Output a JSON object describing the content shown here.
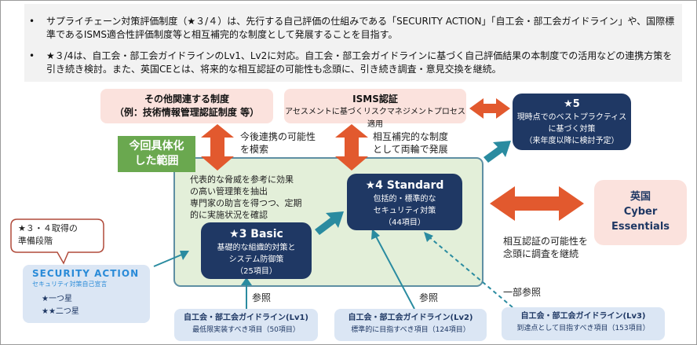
{
  "bullets": [
    "サプライチェーン対策評価制度（★３/４）は、先行する自己評価の仕組みである「SECURITY ACTION」「自工会・部工会ガイドライン」や、国際標準であるISMS適合性評価制度等と相互補完的な制度として発展することを目指す。",
    "★３/4は、自工会・部工会ガイドラインのLv1、Lv2に対応。自工会・部工会ガイドラインに基づく自己評価結果の本制度での活用などの連携方策を引き続き検討。また、英国CEとは、将来的な相互認証の可能性も念頭に、引き続き調査・意見交換を継続。"
  ],
  "bullet_mark": "•",
  "other_systems": {
    "line1": "その他関連する制度",
    "line2": "（例：技術情報管理認証制度 等）"
  },
  "isms": {
    "title": "ISMS認証",
    "subtitle": "アセスメントに基づくリスクマネジメントプロセス適用"
  },
  "star5": {
    "title": "★5",
    "line1": "現時点でのベストプラクティス",
    "line2": "に基づく対策",
    "line3": "（来年度以降に検討予定）"
  },
  "scope_label": {
    "line1": "今回具体化",
    "line2": "した範囲"
  },
  "note_future": {
    "line1": "今後連携の可能性",
    "line2": "を模索"
  },
  "note_mutual": {
    "line1": "相互補完的な制度",
    "line2": "として両輪で発展"
  },
  "note_basic": {
    "line1": "代表的な脅威を参考に効果",
    "line2": "の高い管理策を抽出",
    "line3": "専門家の助言を得つつ、定期",
    "line4": "的に実施状況を確認"
  },
  "star4": {
    "title": "★4 Standard",
    "line1": "包括的・標準的な",
    "line2": "セキュリティ対策",
    "line3": "（44項目）"
  },
  "star3": {
    "title": "★3 Basic",
    "line1": "基礎的な組織的対策と",
    "line2": "システム防御策",
    "line3": "（25項目）"
  },
  "uk": {
    "line1": "英国",
    "line2": "Cyber",
    "line3": "Essentials"
  },
  "note_uk": {
    "line1": "相互認証の可能性を",
    "line2": "念頭に調査を継続"
  },
  "callout": {
    "line1": "★３・４取得の",
    "line2": "準備段階"
  },
  "security_action": {
    "title": "SECURITY ACTION",
    "subtitle": "セキュリティ対策自己宣言",
    "star1": "★一つ星",
    "star2": "★★二つ星"
  },
  "ref_labels": {
    "ref1": "参照",
    "ref2": "参照",
    "partial": "一部参照"
  },
  "lv1": {
    "title": "自工会・部工会ガイドライン(Lv1)",
    "subtitle": "最低限実装すべき項目（50項目）"
  },
  "lv2": {
    "title": "自工会・部工会ガイドライン(Lv2)",
    "subtitle": "標準的に目指すべき項目（124項目）"
  },
  "lv3": {
    "title": "自工会・部工会ガイドライン(Lv3)",
    "subtitle": "到達点として目指すべき項目（153項目）"
  },
  "colors": {
    "navy": "#1f3864",
    "pink": "#fbe2dd",
    "orange_arrow": "#e2592e",
    "teal_arrow": "#2a8ba0",
    "green_label": "#6aa84f",
    "green_area": "#e3efd9",
    "light_blue": "#dbe6f4"
  }
}
